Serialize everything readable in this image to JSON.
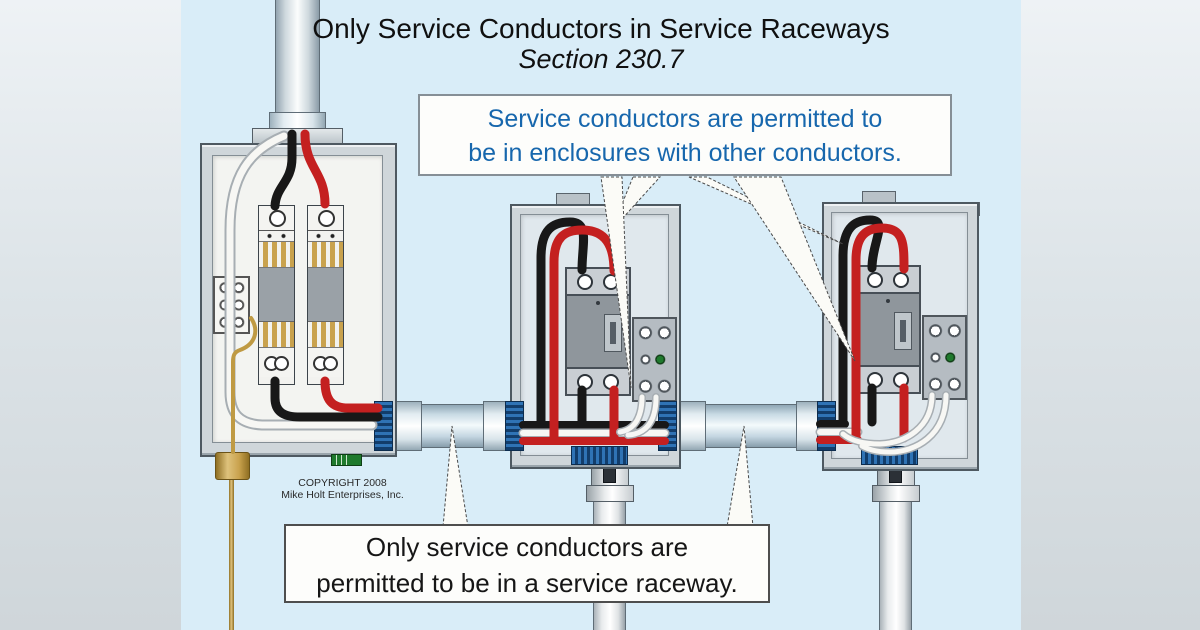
{
  "title": {
    "line1": "Only Service Conductors in Service Raceways",
    "line2": "Section 230.7"
  },
  "callout_top": {
    "line1": "Service conductors are permitted to",
    "line2": "be in enclosures with other conductors."
  },
  "callout_bottom": {
    "line1": "Only service conductors are",
    "line2": "permitted to be in a service raceway."
  },
  "copyright": {
    "line1": "COPYRIGHT 2008",
    "line2": "Mike Holt Enterprises, Inc."
  },
  "colors": {
    "illustration_background": "#d9edf8",
    "margin_gradient_top": "#eef2f5",
    "margin_gradient_bottom": "#cfd6da",
    "callout_top_text": "#1767ad",
    "callout_bottom_text": "#161616",
    "wire_red": "#c42020",
    "wire_black": "#181818",
    "wire_white": "#f7f7f4",
    "connector_blue": "#1d5d9f",
    "brass": "#c29a45"
  }
}
